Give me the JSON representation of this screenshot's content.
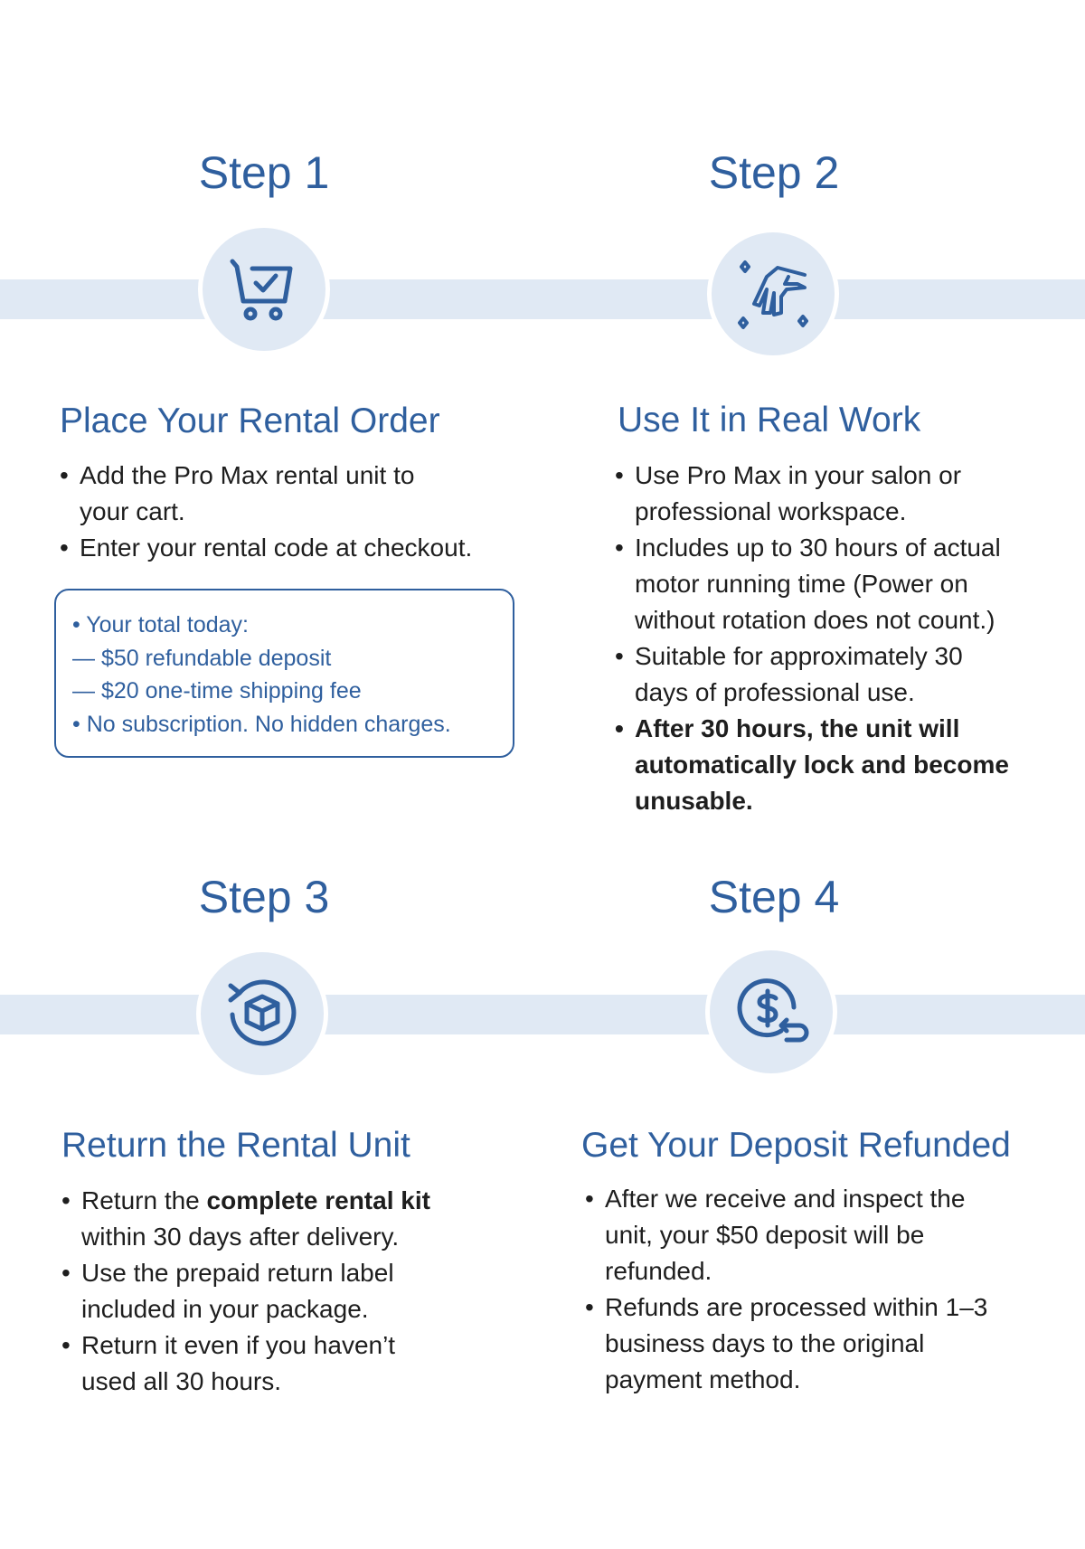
{
  "steps": [
    {
      "title": "Step 1",
      "icon": "cart-check-icon",
      "heading": "Place Your Rental Order",
      "bullets": [
        "Add the Pro Max rental unit to your cart.",
        "Enter your rental code at checkout."
      ],
      "summary": [
        "• Your total today:",
        "— $50 refundable deposit",
        "— $20 one-time shipping fee",
        "• No subscription. No hidden charges."
      ]
    },
    {
      "title": "Step 2",
      "icon": "hand-sparkle-icon",
      "heading": "Use It in Real Work",
      "bullets": [
        "Use Pro Max in your salon or professional workspace.",
        "Includes up to 30 hours of actual motor running time (Power on without rotation does not count.)",
        "Suitable for approximately 30 days of professional use.",
        "After 30 hours, the unit will automatically lock and become unusable."
      ]
    },
    {
      "title": "Step 3",
      "icon": "return-box-icon",
      "heading": "Return the Rental Unit",
      "bullets_pre": "Return the ",
      "bullets_bold": "complete rental kit",
      "bullets_post": " within 30 days after delivery.",
      "bullets": [
        "Use the prepaid return label included in your package.",
        "Return it even if you haven’t used all 30 hours."
      ]
    },
    {
      "title": "Step 4",
      "icon": "dollar-refund-icon",
      "heading": "Get Your Deposit Refunded",
      "bullets": [
        "After we receive and inspect the unit, your $50 deposit will be refunded.",
        "Refunds are processed within 1–3 business days to the original payment method."
      ]
    }
  ],
  "colors": {
    "accent": "#2f5f9e",
    "band": "#e0e9f4"
  }
}
